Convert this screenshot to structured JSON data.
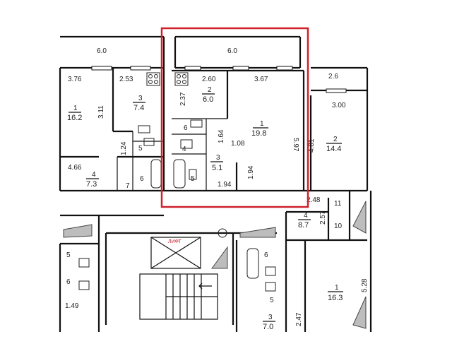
{
  "dimensions": {
    "top_left_width": "6.0",
    "top_center_width": "6.0",
    "w_3_76": "3.76",
    "w_2_53": "2.53",
    "w_2_60": "2.60",
    "w_3_67": "3.67",
    "w_2_6": "2.6",
    "w_3_00": "3.00",
    "h_3_11": "3.11",
    "h_2_37": "2.37",
    "h_1_64": "1.64",
    "h_1_08": "1.08",
    "h_1_94_v": "1.94",
    "h_5_97": "5.97",
    "h_4_81": "4.81",
    "h_1_24": "1.24",
    "w_4_66": "4.66",
    "w_1_94": "1.94",
    "w_2_48": "2.48",
    "h_2_57": "2.57",
    "w_1_49": "1.49",
    "h_5_28": "5.28",
    "h_2_47": "2.47"
  },
  "rooms": {
    "left_room1_num": "1",
    "left_room1_area": "16.2",
    "left_room3_num": "3",
    "left_room3_area": "7.4",
    "left_room4_num": "4",
    "left_room4_area": "7.3",
    "left_room5": "5",
    "left_room6": "6",
    "left_room7": "7",
    "center_room2_num": "2",
    "center_room2_area": "6.0",
    "center_room1_num": "1",
    "center_room1_area": "19.8",
    "center_room3_num": "3",
    "center_room3_area": "5.1",
    "center_room4": "4",
    "center_room5": "5",
    "center_room6": "6",
    "right_room2_num": "2",
    "right_room2_area": "14.4",
    "right_room4_num": "4",
    "right_room4_area": "8.7",
    "right_room10": "10",
    "right_room11": "11",
    "right_room1_num": "1",
    "right_room1_area": "16.3",
    "bottom_room3_num": "3",
    "bottom_room3_area": "7.0",
    "bottom_room5": "5",
    "bottom_room6": "6",
    "bottom_left_5": "5",
    "bottom_left_6": "6"
  },
  "elevator_label": "ЛИФТ",
  "colors": {
    "highlight": "#d0202a",
    "wall": "#111111",
    "hatch": "#bdbdbd"
  }
}
